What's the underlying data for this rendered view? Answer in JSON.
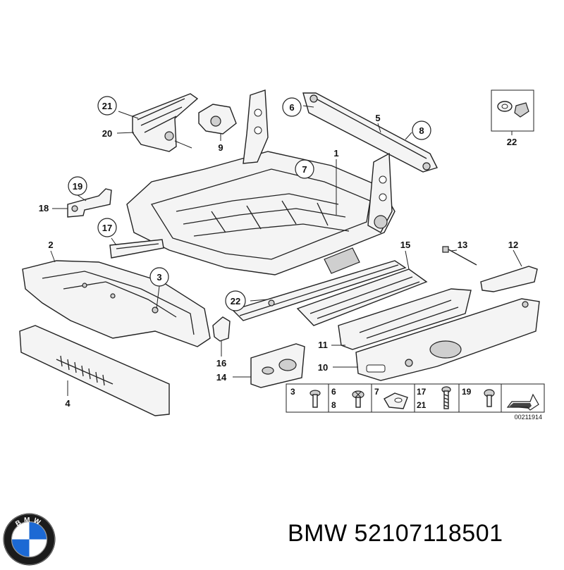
{
  "diagram": {
    "callouts": {
      "c1": "1",
      "c2": "2",
      "c3": "3",
      "c4": "4",
      "c5": "5",
      "c6": "6",
      "c7": "7",
      "c8": "8",
      "c9": "9",
      "c10": "10",
      "c11": "11",
      "c12": "12",
      "c13": "13",
      "c14": "14",
      "c15": "15",
      "c16": "16",
      "c17": "17",
      "c18": "18",
      "c19": "19",
      "c20": "20",
      "c21": "21",
      "c22a": "22",
      "c22b": "22"
    },
    "hardware_legend": {
      "labels": [
        "3",
        "6",
        "8",
        "7",
        "17",
        "21",
        "19"
      ]
    },
    "reference_number": "00211914"
  },
  "footer": {
    "logo_name": "BMW roundel",
    "logo_letters": "BMW",
    "brand": "BMW",
    "part_number": "52107118501"
  }
}
